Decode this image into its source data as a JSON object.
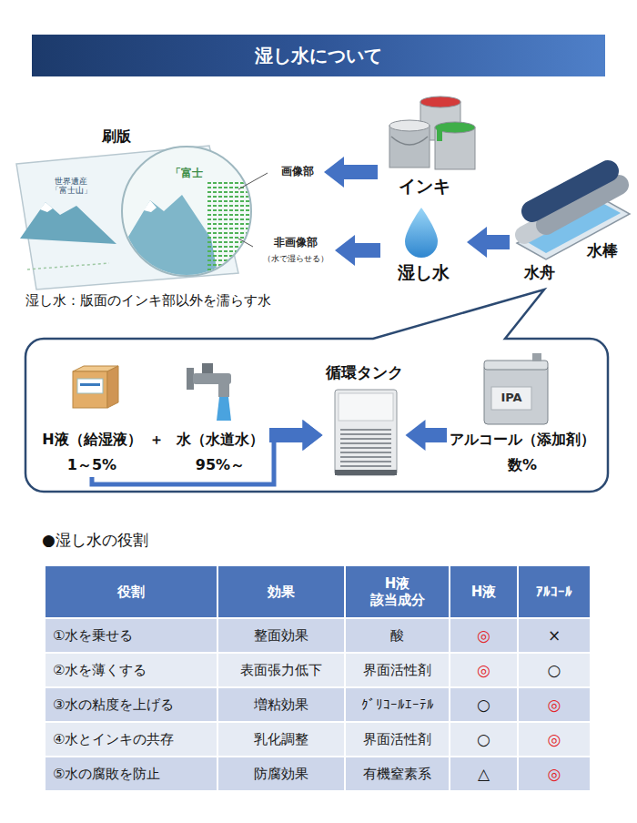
{
  "diagram": {
    "title": "湿し水について",
    "nodes": [
      {
        "text": [
          "画像部"
        ]
      },
      {
        "text": [
          "非画像部",
          "（水で湿らせる）"
        ]
      },
      {
        "text": [
          "インキ"
        ]
      },
      {
        "text": [
          "湿し水"
        ]
      },
      {
        "text": [
          "水棒",
          "水舟"
        ]
      },
      {
        "text": []
      },
      {
        "text": [
          "H液（給湿液）",
          "1～5%"
        ],
        "in": 5
      },
      {
        "text": [
          "水（水道水）",
          "95%～"
        ],
        "in": 5
      },
      {
        "text": [
          "循環タンク"
        ],
        "in": 5
      },
      {
        "text": [
          "IPA",
          "アルコール（添加剤）",
          "数%"
        ],
        "in": 5
      }
    ],
    "edges": [
      {
        "from": 2,
        "to": 0,
        "arrow": "to"
      },
      {
        "from": 3,
        "to": 1,
        "arrow": "to"
      },
      {
        "from": 4,
        "to": 3,
        "arrow": "to"
      },
      {
        "from": 6,
        "to": 8,
        "arrow": "to"
      },
      {
        "from": 7,
        "to": 8,
        "arrow": "to"
      },
      {
        "from": 9,
        "to": 8,
        "arrow": "to"
      }
    ],
    "labels": [
      "刷版",
      "世界遺産 「富士山」",
      "「富士",
      "湿し水：版面のインキ部以外を濡らす水",
      "＋",
      "●湿し水の役割",
      "役割",
      "効果",
      "H液 該当成分",
      "H液",
      "ｱﾙｺｰﾙ",
      "①水を乗せる",
      "整面効果",
      "酸",
      "◎",
      "×",
      "②水を薄くする",
      "表面張力低下",
      "界面活性剤",
      "◎",
      "○",
      "③水の粘度を上げる",
      "増粘効果",
      "ｸﾞﾘｺｰﾙｴｰﾃﾙ",
      "○",
      "◎",
      "④水とインキの共存",
      "乳化調整",
      "界面活性剤",
      "○",
      "◎",
      "⑤水の腐敗を防止",
      "防腐効果",
      "有機窒素系",
      "△",
      "◎"
    ]
  }
}
